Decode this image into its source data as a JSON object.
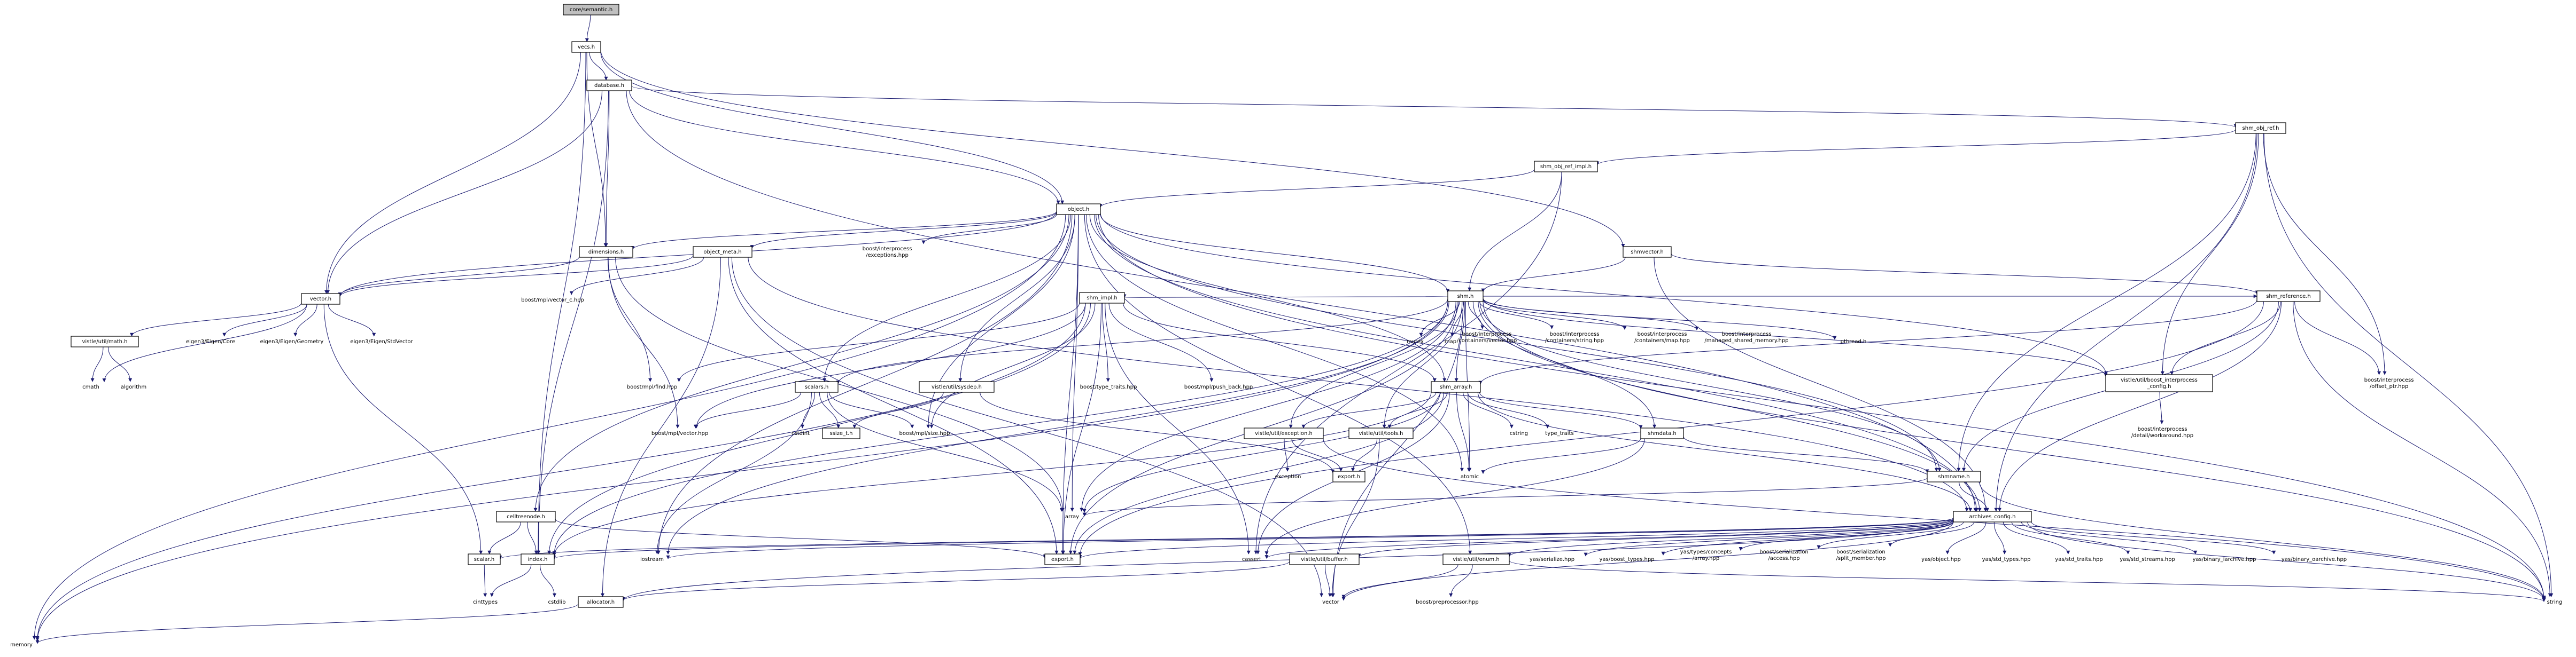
{
  "nodes": [
    {
      "id": "root",
      "label": "core/semantic.h",
      "style": "root"
    },
    {
      "id": "vecs",
      "label": "vecs.h",
      "style": "boxed"
    },
    {
      "id": "database",
      "label": "database.h",
      "style": "boxed"
    },
    {
      "id": "shm_obj_ref",
      "label": "shm_obj_ref.h",
      "style": "boxed"
    },
    {
      "id": "shm_obj_ref_impl",
      "label": "shm_obj_ref_impl.h",
      "style": "boxed"
    },
    {
      "id": "object",
      "label": "object.h",
      "style": "boxed"
    },
    {
      "id": "dimensions",
      "label": "dimensions.h",
      "style": "boxed"
    },
    {
      "id": "object_meta",
      "label": "object_meta.h",
      "style": "boxed"
    },
    {
      "id": "shmvector",
      "label": "shmvector.h",
      "style": "boxed"
    },
    {
      "id": "bip_exceptions",
      "label": "boost/interprocess\n/exceptions.hpp",
      "style": "plain"
    },
    {
      "id": "vector_h",
      "label": "vector.h",
      "style": "boxed"
    },
    {
      "id": "mpl_vector_c",
      "label": "boost/mpl/vector_c.hpp",
      "style": "plain"
    },
    {
      "id": "shm_h",
      "label": "shm.h",
      "style": "boxed"
    },
    {
      "id": "shm_reference",
      "label": "shm_reference.h",
      "style": "boxed"
    },
    {
      "id": "vistle_math",
      "label": "vistle/util/math.h",
      "style": "boxed"
    },
    {
      "id": "eigen_core",
      "label": "eigen3/Eigen/Core",
      "style": "plain"
    },
    {
      "id": "eigen_geometry",
      "label": "eigen3/Eigen/Geometry",
      "style": "plain"
    },
    {
      "id": "eigen_stdvector",
      "label": "eigen3/Eigen/StdVector",
      "style": "plain"
    },
    {
      "id": "cmath",
      "label": "cmath",
      "style": "plain"
    },
    {
      "id": "algorithm",
      "label": "algorithm",
      "style": "plain"
    },
    {
      "id": "shm_impl",
      "label": "shm_impl.h",
      "style": "boxed"
    },
    {
      "id": "mutex",
      "label": "mutex",
      "style": "plain"
    },
    {
      "id": "map",
      "label": "map",
      "style": "plain"
    },
    {
      "id": "bip_cont_vector",
      "label": "boost/interprocess\n/containers/vector.hpp",
      "style": "plain"
    },
    {
      "id": "bip_cont_string",
      "label": "boost/interprocess\n/containers/string.hpp",
      "style": "plain"
    },
    {
      "id": "bip_cont_map",
      "label": "boost/interprocess\n/containers/map.hpp",
      "style": "plain"
    },
    {
      "id": "bip_managed_shm",
      "label": "boost/interprocess\n/managed_shared_memory.hpp",
      "style": "plain"
    },
    {
      "id": "pthread",
      "label": "pthread.h",
      "style": "plain"
    },
    {
      "id": "vistle_bip_config",
      "label": "vistle/util/boost_interprocess\n_config.h",
      "style": "boxed"
    },
    {
      "id": "bip_offset_ptr",
      "label": "boost/interprocess\n/offset_ptr.hpp",
      "style": "plain"
    },
    {
      "id": "bip_workaround",
      "label": "boost/interprocess\n/detail/workaround.hpp",
      "style": "plain"
    },
    {
      "id": "mpl_find",
      "label": "boost/mpl/find.hpp",
      "style": "plain"
    },
    {
      "id": "type_traits_hpp",
      "label": "boost/type_traits.hpp",
      "style": "plain"
    },
    {
      "id": "mpl_push_back",
      "label": "boost/mpl/push_back.hpp",
      "style": "plain"
    },
    {
      "id": "shm_array",
      "label": "shm_array.h",
      "style": "boxed"
    },
    {
      "id": "scalars",
      "label": "scalars.h",
      "style": "boxed"
    },
    {
      "id": "vistle_sysdep",
      "label": "vistle/util/sysdep.h",
      "style": "boxed"
    },
    {
      "id": "mpl_vector",
      "label": "boost/mpl/vector.hpp",
      "style": "plain"
    },
    {
      "id": "cstdint",
      "label": "cstdint",
      "style": "plain"
    },
    {
      "id": "ssize_t",
      "label": "ssize_t.h",
      "style": "boxed"
    },
    {
      "id": "mpl_size",
      "label": "boost/mpl/size.hpp",
      "style": "plain"
    },
    {
      "id": "vistle_exception",
      "label": "vistle/util/exception.h",
      "style": "boxed"
    },
    {
      "id": "vistle_tools",
      "label": "vistle/util/tools.h",
      "style": "boxed"
    },
    {
      "id": "cstring",
      "label": "cstring",
      "style": "plain"
    },
    {
      "id": "type_traits",
      "label": "type_traits",
      "style": "plain"
    },
    {
      "id": "shmdata",
      "label": "shmdata.h",
      "style": "boxed"
    },
    {
      "id": "exception",
      "label": "exception",
      "style": "plain"
    },
    {
      "id": "export_h_a",
      "label": "export.h",
      "style": "boxed"
    },
    {
      "id": "atomic",
      "label": "atomic",
      "style": "plain"
    },
    {
      "id": "shmname",
      "label": "shmname.h",
      "style": "boxed"
    },
    {
      "id": "array",
      "label": "array",
      "style": "plain"
    },
    {
      "id": "celltreenode",
      "label": "celltreenode.h",
      "style": "boxed"
    },
    {
      "id": "archives_config",
      "label": "archives_config.h",
      "style": "boxed"
    },
    {
      "id": "scalar",
      "label": "scalar.h",
      "style": "boxed"
    },
    {
      "id": "index",
      "label": "index.h",
      "style": "boxed"
    },
    {
      "id": "export_h",
      "label": "export.h",
      "style": "boxed"
    },
    {
      "id": "iostream",
      "label": "iostream",
      "style": "plain"
    },
    {
      "id": "cassert",
      "label": "cassert",
      "style": "plain"
    },
    {
      "id": "vistle_enum",
      "label": "vistle/util/enum.h",
      "style": "boxed"
    },
    {
      "id": "vistle_byteswap",
      "label": "vistle/util/buffer.h",
      "style": "boxed"
    },
    {
      "id": "yas_serialize",
      "label": "yas/serialize.hpp",
      "style": "plain"
    },
    {
      "id": "yas_boost_types",
      "label": "yas/boost_types.hpp",
      "style": "plain"
    },
    {
      "id": "yas_concepts_array",
      "label": "yas/types/concepts\n/array.hpp",
      "style": "plain"
    },
    {
      "id": "boost_ser_access",
      "label": "boost/serialization\n/access.hpp",
      "style": "plain"
    },
    {
      "id": "boost_ser_nvp",
      "label": "boost/serialization\n/split_member.hpp",
      "style": "plain"
    },
    {
      "id": "yas_object",
      "label": "yas/object.hpp",
      "style": "plain"
    },
    {
      "id": "yas_std_types",
      "label": "yas/std_types.hpp",
      "style": "plain"
    },
    {
      "id": "yas_std_traits",
      "label": "yas/std_traits.hpp",
      "style": "plain"
    },
    {
      "id": "yas_std_streams",
      "label": "yas/std_streams.hpp",
      "style": "plain"
    },
    {
      "id": "yas_binary_iarchive",
      "label": "yas/binary_iarchive.hpp",
      "style": "plain"
    },
    {
      "id": "yas_binary_oarchive",
      "label": "yas/binary_oarchive.hpp",
      "style": "plain"
    },
    {
      "id": "cinttypes",
      "label": "cinttypes",
      "style": "plain"
    },
    {
      "id": "cstdlib",
      "label": "cstdlib",
      "style": "plain"
    },
    {
      "id": "allocator",
      "label": "allocator.h",
      "style": "boxed"
    },
    {
      "id": "bpp_facilities",
      "label": "boost/preprocessor.hpp",
      "style": "plain"
    },
    {
      "id": "vector_std",
      "label": "vector",
      "style": "plain"
    },
    {
      "id": "string",
      "label": "string",
      "style": "plain"
    },
    {
      "id": "memory",
      "label": "memory",
      "style": "plain"
    }
  ]
}
